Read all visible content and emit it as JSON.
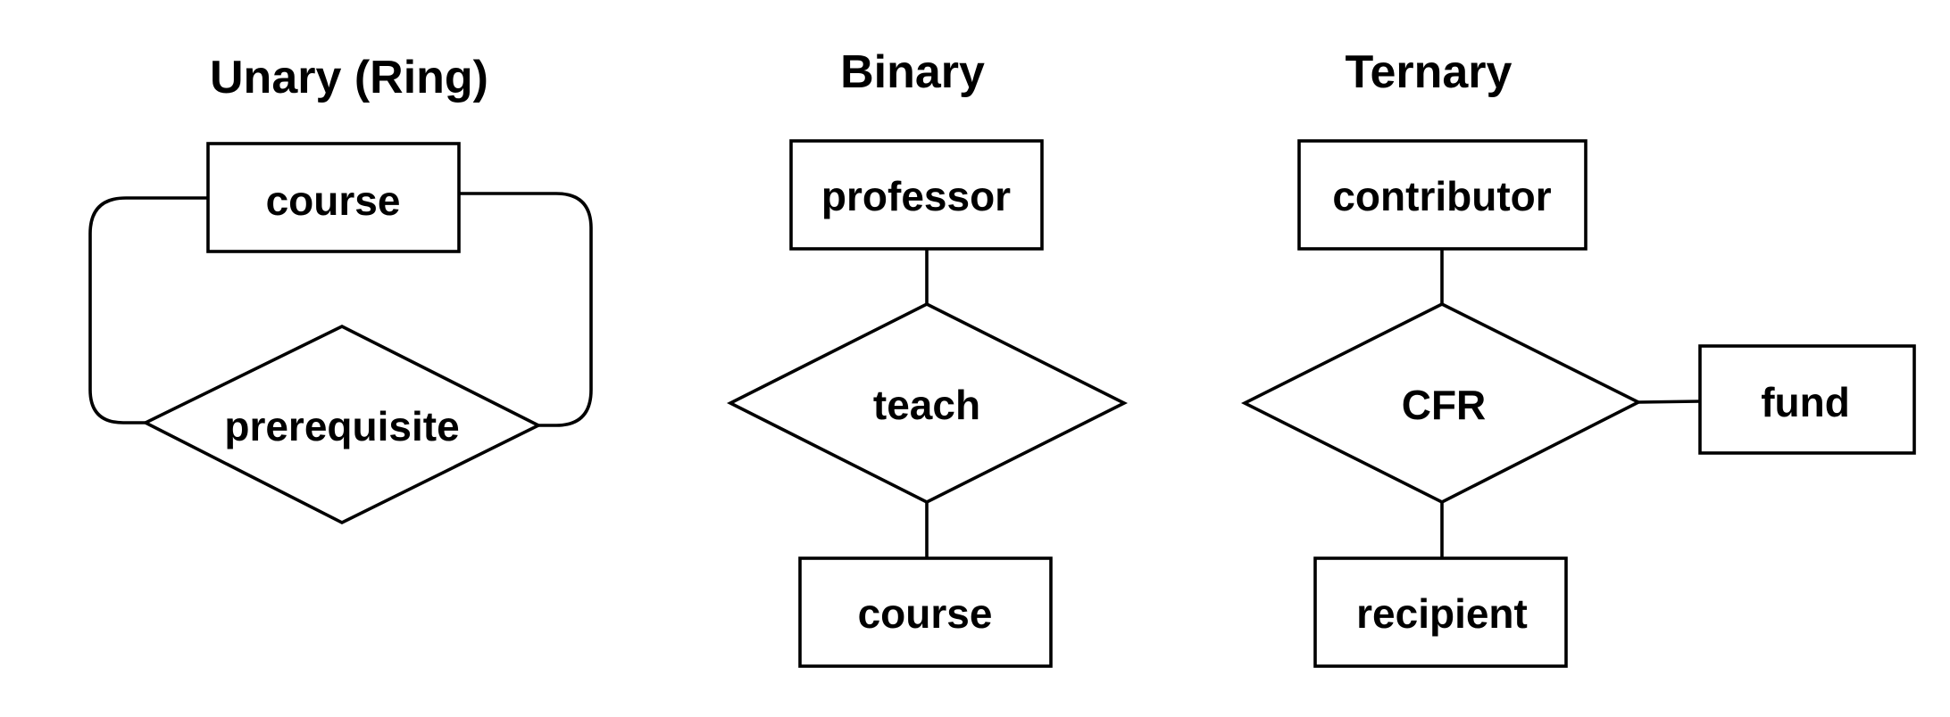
{
  "diagram": {
    "panels": [
      {
        "title": "Unary (Ring)",
        "entities": [
          "course"
        ],
        "relationship": "prerequisite"
      },
      {
        "title": "Binary",
        "entities": [
          "professor",
          "course"
        ],
        "relationship": "teach"
      },
      {
        "title": "Ternary",
        "entities": [
          "contributor",
          "fund",
          "recipient"
        ],
        "relationship": "CFR"
      }
    ]
  },
  "colors": {
    "stroke": "#000000",
    "background": "#ffffff"
  }
}
